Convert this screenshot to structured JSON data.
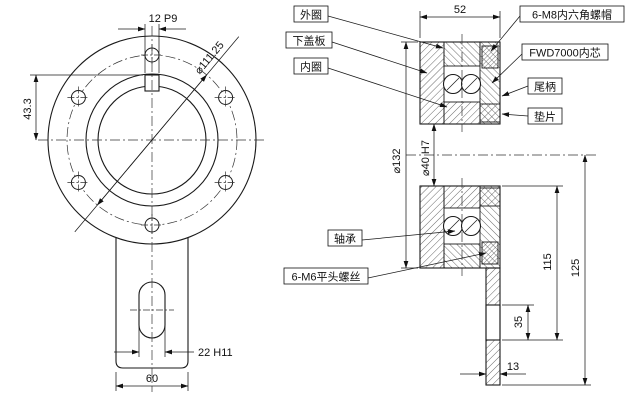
{
  "front_view": {
    "keyway": "12 P9",
    "bolt_circle": "⌀111.25",
    "center_height": "43.3",
    "slot": "22 H11",
    "tang_width": "60"
  },
  "section_view": {
    "dims": {
      "width": "52",
      "outer_dia": "⌀132",
      "bore": "⌀40 H7",
      "h115": "115",
      "h125": "125",
      "h35": "35",
      "plate": "13"
    },
    "labels": {
      "outer_ring": "外圈",
      "lower_cover": "下盖板",
      "inner_ring": "内圈",
      "hex_nut": "6-M8内六角螺帽",
      "core": "FWD7000内芯",
      "tail_shank": "尾柄",
      "washer": "垫片",
      "bearing": "轴承",
      "flat_screw": "6-M6平头螺丝"
    }
  }
}
